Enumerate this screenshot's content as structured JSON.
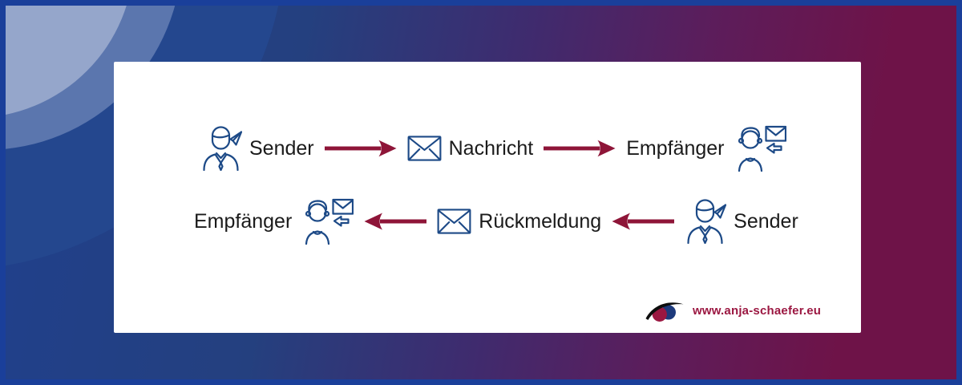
{
  "diagram": {
    "forward": {
      "sender_label": "Sender",
      "message_label": "Nachricht",
      "receiver_label": "Empfänger"
    },
    "feedback": {
      "receiver_label": "Empfänger",
      "feedback_label": "Rückmeldung",
      "sender_label": "Sender"
    }
  },
  "footer": {
    "website": "www.anja-schaefer.eu"
  },
  "icons": {
    "sender": "business-person-send-icon",
    "message": "envelope-icon",
    "receiver": "person-receive-mail-icon",
    "forward_arrow": "arrow-right-icon",
    "feedback_arrow": "arrow-left-icon",
    "logo": "eye-swoosh-icon"
  },
  "colors": {
    "background-blue": "#20408c",
    "background-maroon": "#6e1348",
    "border-blue": "#1a3f9a",
    "card-white": "#ffffff",
    "arrow-maroon": "#8e1538",
    "icon-blue": "#1d4a87",
    "text-dark": "#1b1b1b",
    "logo-maroon": "#9b1741",
    "logo-blue": "#1d3a7c",
    "circle-light": "#95a6cb",
    "circle-medium": "#5b76ae",
    "circle-outer": "#24478e"
  }
}
